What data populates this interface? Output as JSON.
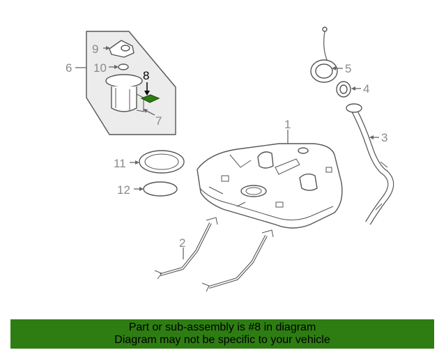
{
  "callouts": {
    "c1": "1",
    "c2": "2",
    "c3": "3",
    "c4": "4",
    "c5": "5",
    "c6": "6",
    "c7": "7",
    "c8": "8",
    "c9": "9",
    "c10": "10",
    "c11": "11",
    "c12": "12"
  },
  "highlight": {
    "part": "8",
    "color": "#2e7d12"
  },
  "banner": {
    "line1": "Part or sub-assembly is #8 in diagram",
    "line2": "Diagram may not be specific to your vehicle",
    "color": "#2e7d12"
  }
}
